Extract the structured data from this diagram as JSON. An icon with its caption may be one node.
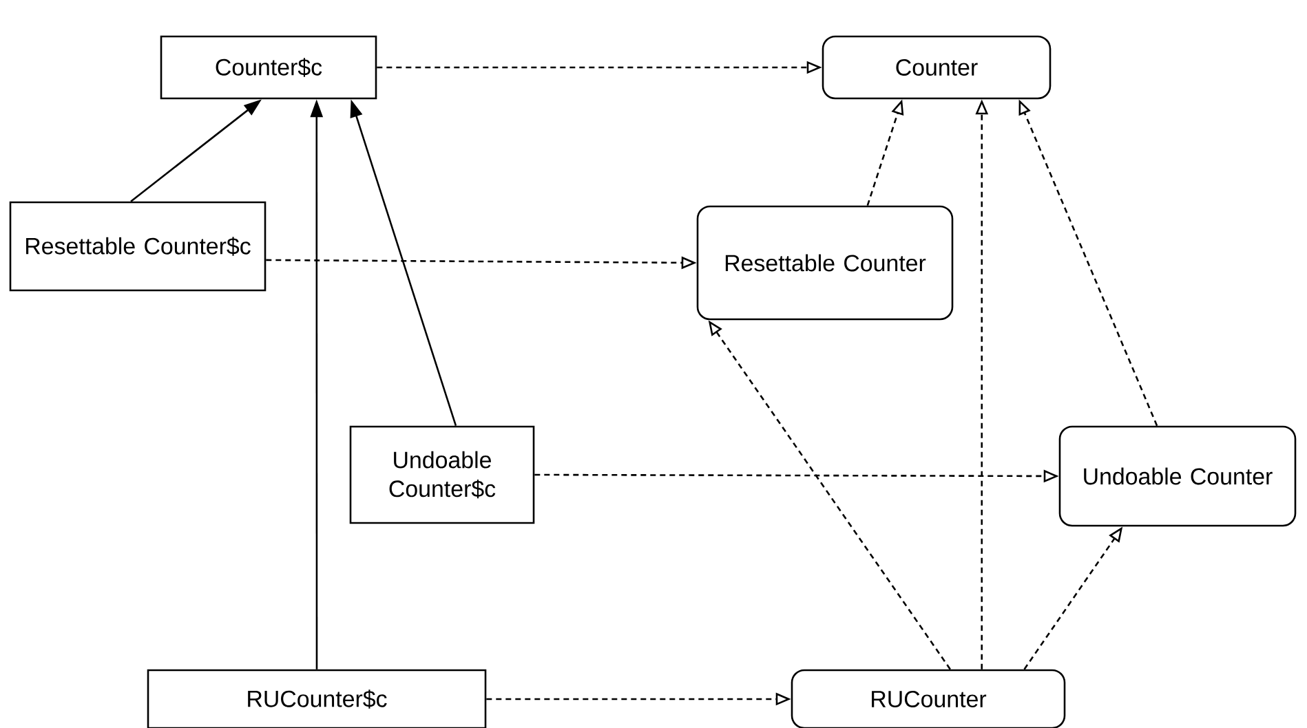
{
  "diagram": {
    "nodes": [
      {
        "text": [
          "Counter$c"
        ]
      },
      {
        "text": [
          "Counter"
        ]
      },
      {
        "text": [
          "Resettable Counter$c"
        ]
      },
      {
        "text": [
          "Resettable Counter"
        ]
      },
      {
        "text": [
          "Undoable Counter$c"
        ]
      },
      {
        "text": [
          "Undoable Counter"
        ]
      },
      {
        "text": [
          "RUCounter$c"
        ]
      },
      {
        "text": [
          "RUCounter"
        ]
      }
    ],
    "edges": [
      {
        "from": 0,
        "to": 1,
        "arrow": "to",
        "style": "dashed"
      },
      {
        "from": 2,
        "to": 0,
        "arrow": "to"
      },
      {
        "from": 4,
        "to": 0,
        "arrow": "to"
      },
      {
        "from": 6,
        "to": 0,
        "arrow": "to"
      },
      {
        "from": 2,
        "to": 3,
        "arrow": "to",
        "style": "dashed"
      },
      {
        "from": 4,
        "to": 5,
        "arrow": "to",
        "style": "dashed"
      },
      {
        "from": 6,
        "to": 7,
        "arrow": "to",
        "style": "dashed"
      },
      {
        "from": 3,
        "to": 1,
        "arrow": "to",
        "style": "dashed"
      },
      {
        "from": 5,
        "to": 1,
        "arrow": "to",
        "style": "dashed"
      },
      {
        "from": 7,
        "to": 1,
        "arrow": "to",
        "style": "dashed"
      },
      {
        "from": 7,
        "to": 3,
        "arrow": "to",
        "style": "dashed"
      },
      {
        "from": 7,
        "to": 5,
        "arrow": "to",
        "style": "dashed"
      }
    ]
  }
}
